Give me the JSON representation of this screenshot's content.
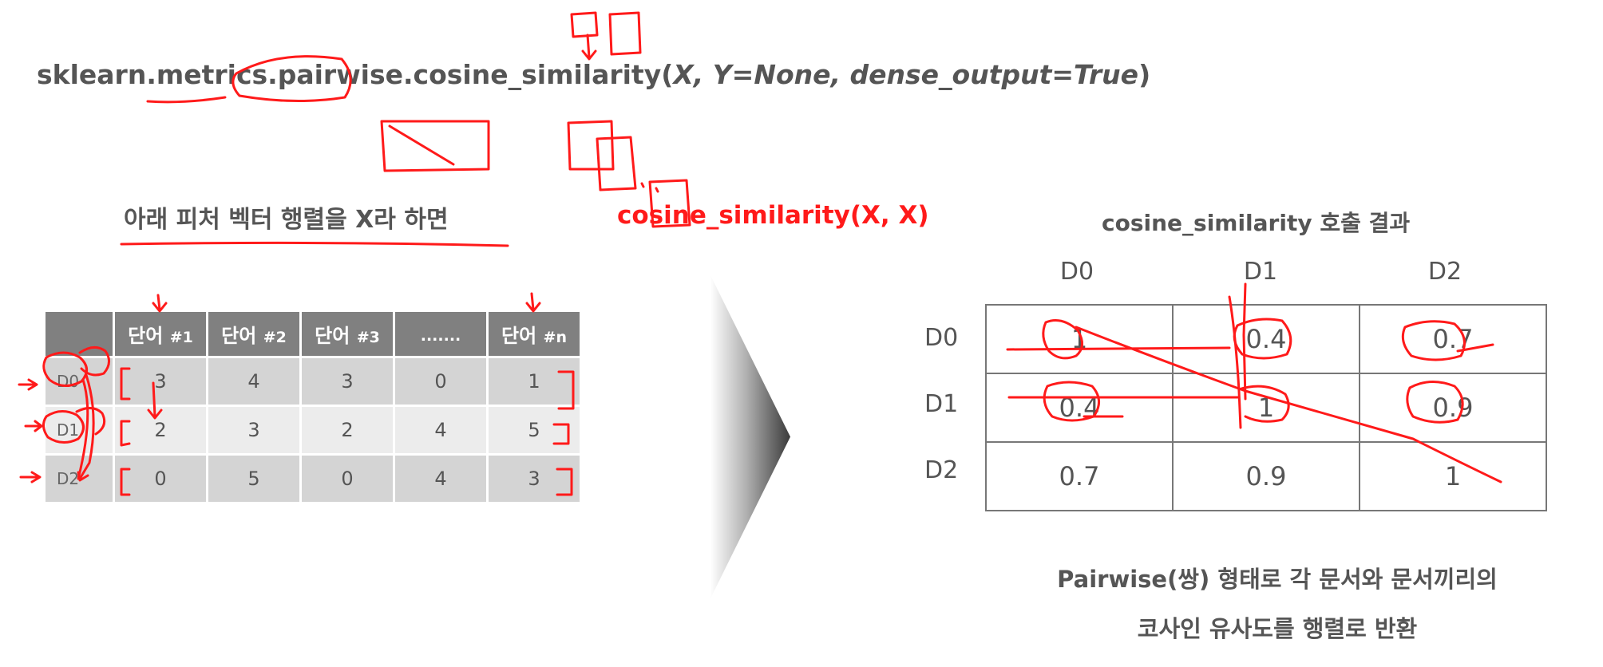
{
  "api": {
    "prefix": "sklearn.metrics.pairwise.cosine_similarity(",
    "args": "X,  Y=None,  dense_output=True",
    "suffix": ")"
  },
  "intro_text": "아래 피처 벡터 행렬을 X라 하면",
  "call_text": "cosine_similarity(X, X)",
  "result_title": "cosine_similarity 호출 결과",
  "feature_matrix": {
    "headers": [
      {
        "word": "단어 ",
        "num": "#1"
      },
      {
        "word": "단어 ",
        "num": "#2"
      },
      {
        "word": "단어 ",
        "num": "#3"
      },
      {
        "word": "",
        "num": "......."
      },
      {
        "word": "단어 ",
        "num": "#n"
      }
    ],
    "rows": [
      {
        "label": "D0",
        "values": [
          "3",
          "4",
          "3",
          "0",
          "1"
        ]
      },
      {
        "label": "D1",
        "values": [
          "2",
          "3",
          "2",
          "4",
          "5"
        ]
      },
      {
        "label": "D2",
        "values": [
          "0",
          "5",
          "0",
          "4",
          "3"
        ]
      }
    ]
  },
  "result_matrix": {
    "col_headers": [
      "D0",
      "D1",
      "D2"
    ],
    "rows": [
      {
        "label": "D0",
        "values": [
          "1",
          "0.4",
          "0.7"
        ]
      },
      {
        "label": "D1",
        "values": [
          "0.4",
          "1",
          "0.9"
        ]
      },
      {
        "label": "D2",
        "values": [
          "0.7",
          "0.9",
          "1"
        ]
      }
    ]
  },
  "summary": {
    "line1": "Pairwise(쌍) 형태로 각 문서와 문서끼리의",
    "line2": "코사인 유사도를 행렬로 반환"
  },
  "colors": {
    "annotation": "#ff1a1a",
    "header_bg": "#808080",
    "text": "#555555"
  }
}
